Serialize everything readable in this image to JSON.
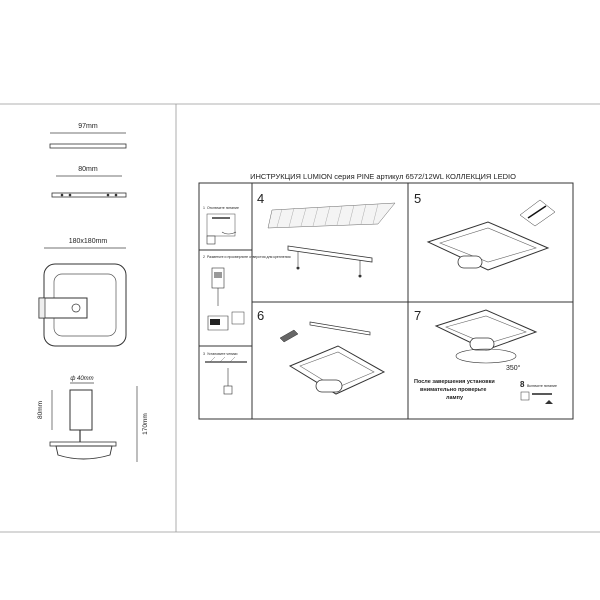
{
  "dimensions": {
    "plate_width": "97mm",
    "bracket_width": "80mm",
    "body_size": "180x180mm",
    "arm_diameter": "ф 40mm",
    "arm_height": "80mm",
    "total_height": "170mm"
  },
  "instruction": {
    "title": "ИНСТРУКЦИЯ LUMION серия PINE артикул 6572/12WL КОЛЛЕКЦИЯ LEDIO",
    "side_steps": [
      {
        "num": "1",
        "label": "Отключите питание"
      },
      {
        "num": "2",
        "label": "Разметьте и просверлите отверстия для крепления"
      },
      {
        "num": "3",
        "label": "Установите чепики"
      }
    ],
    "panels": [
      {
        "num": "4"
      },
      {
        "num": "5"
      },
      {
        "num": "6"
      },
      {
        "num": "7",
        "rotation": "350°",
        "note_line1": "После завершения установки",
        "note_line2": "внимательно проверьте",
        "note_line3": "лампу"
      }
    ],
    "final_step": {
      "num": "8",
      "label": "Включите питание"
    }
  }
}
